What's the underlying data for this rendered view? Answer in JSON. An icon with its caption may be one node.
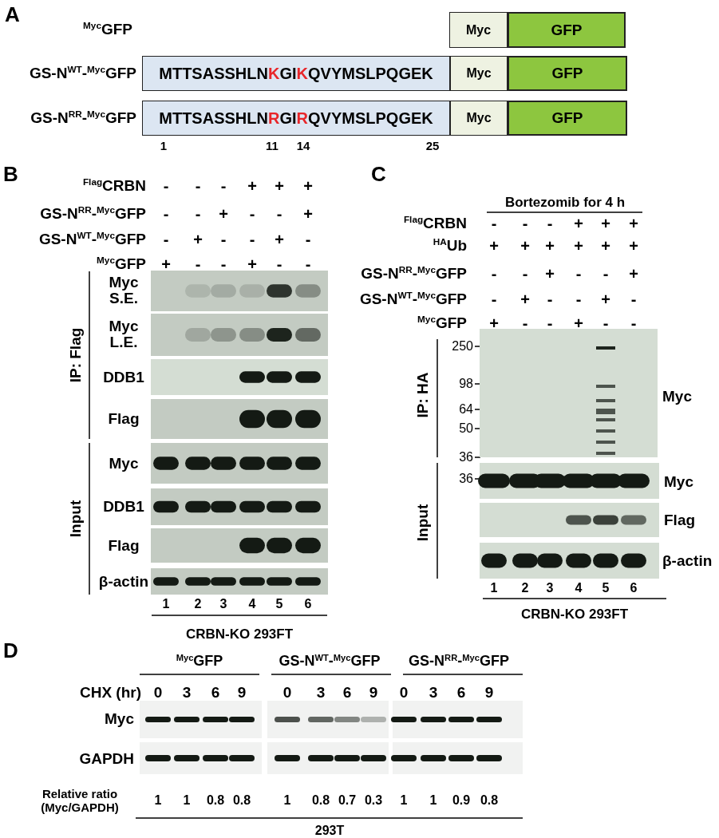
{
  "diagram": {
    "nodes": [
      {
        "text": [
          "Myc"
        ]
      },
      {
        "text": [
          "GFP"
        ]
      },
      {
        "text": [
          "MTTSASSHLNKGIKQVYMSLPQGEK"
        ]
      },
      {
        "text": [
          "Myc"
        ]
      },
      {
        "text": [
          "GFP"
        ]
      },
      {
        "text": [
          "MTTSASSHLNRGIRQVYMSLPQGEK"
        ]
      },
      {
        "text": [
          "Myc"
        ]
      },
      {
        "text": [
          "GFP"
        ]
      }
    ],
    "edges": [],
    "labels": [
      "A",
      "$^{Myc}$GFP",
      "GS-N$^{WT}$-$^{Myc}$GFP",
      "GS-N$^{RR}$-$^{Myc}$GFP",
      "1",
      "11",
      "14",
      "25",
      "B",
      "$^{Flag}$CRBN",
      "-",
      "-",
      "-",
      "+",
      "+",
      "+",
      "GS-N$^{RR}$-$^{Myc}$GFP",
      "-",
      "-",
      "+",
      "-",
      "-",
      "+",
      "GS-N$^{WT}$-$^{Myc}$GFP",
      "-",
      "+",
      "-",
      "-",
      "+",
      "-",
      "$^{Myc}$GFP",
      "+",
      "-",
      "-",
      "+",
      "-",
      "-",
      "IP: Flag",
      "Myc S.E.",
      "Myc L.E.",
      "DDB1",
      "Flag",
      "Input",
      "Myc",
      "DDB1",
      "Flag",
      "β-actin",
      "1",
      "2",
      "3",
      "4",
      "5",
      "6",
      "CRBN-KO 293FT",
      "C",
      "Bortezomib for 4 h",
      "$^{Flag}$CRBN",
      "-",
      "-",
      "-",
      "+",
      "+",
      "+",
      "$^{HA}$Ub",
      "+",
      "+",
      "+",
      "+",
      "+",
      "+",
      "GS-N$^{RR}$-$^{Myc}$GFP",
      "-",
      "-",
      "+",
      "-",
      "-",
      "+",
      "GS-N$^{WT}$-$^{Myc}$GFP",
      "-",
      "+",
      "-",
      "-",
      "+",
      "-",
      "$^{Myc}$GFP",
      "+",
      "-",
      "-",
      "+",
      "-",
      "-",
      "IP: HA",
      "250",
      "98",
      "64",
      "50",
      "36",
      "Myc",
      "Input",
      "36",
      "Myc",
      "Flag",
      "β-actin",
      "1",
      "2",
      "3",
      "4",
      "5",
      "6",
      "CRBN-KO 293FT",
      "D",
      "$^{Myc}$GFP",
      "GS-N$^{WT}$-$^{Myc}$GFP",
      "GS-N$^{RR}$-$^{Myc}$GFP",
      "CHX (hr)",
      "0",
      "3",
      "6",
      "9",
      "0",
      "3",
      "6",
      "9",
      "0",
      "3",
      "6",
      "9",
      "Myc",
      "GAPDH",
      "Relative ratio (Myc/GAPDH)",
      "1",
      "1",
      "0.8",
      "0.8",
      "1",
      "0.8",
      "0.7",
      "0.3",
      "1",
      "1",
      "0.9",
      "0.8",
      "293T"
    ]
  }
}
